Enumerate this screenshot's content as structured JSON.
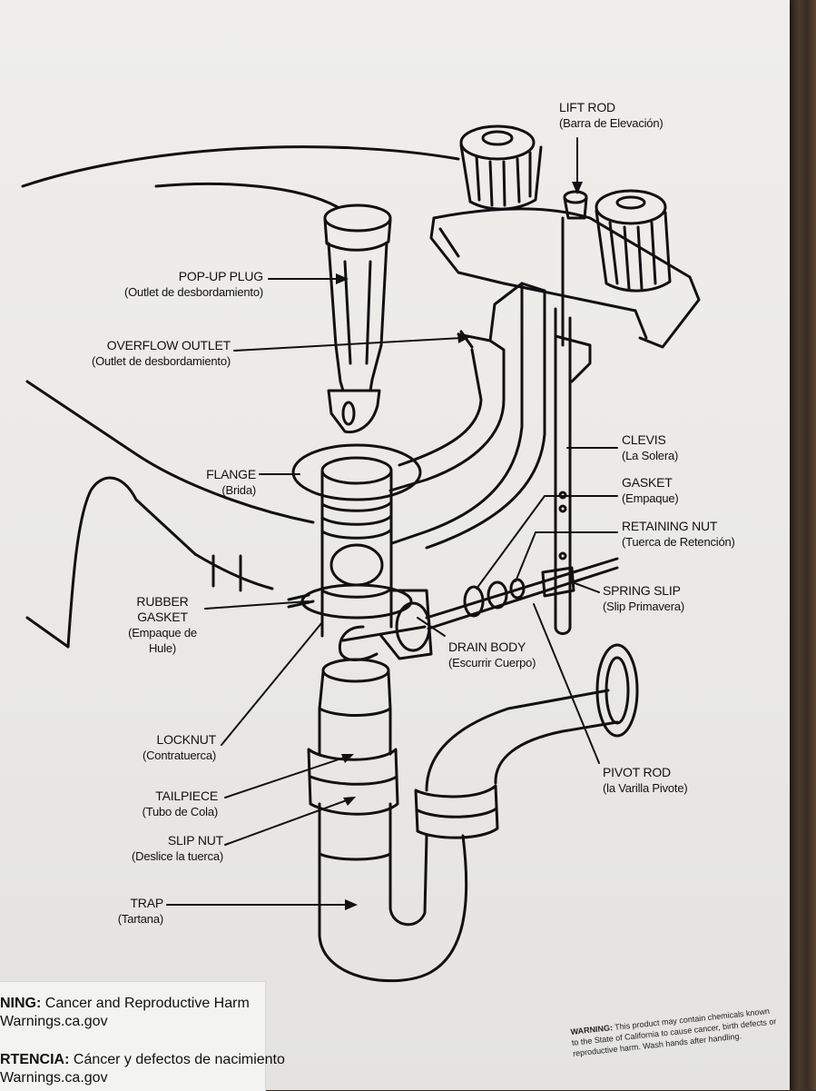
{
  "labels": {
    "lift_rod": {
      "en": "LIFT ROD",
      "es": "(Barra de Elevación)"
    },
    "pop_up_plug": {
      "en": "POP-UP PLUG",
      "es": "(Outlet de desbordamiento)"
    },
    "overflow_outlet": {
      "en": "OVERFLOW OUTLET",
      "es": "(Outlet de desbordamiento)"
    },
    "flange": {
      "en": "FLANGE",
      "es": "(Brida)"
    },
    "clevis": {
      "en": "CLEVIS",
      "es": "(La Solera)"
    },
    "gasket": {
      "en": "GASKET",
      "es": "(Empaque)"
    },
    "retaining_nut": {
      "en": "RETAINING NUT",
      "es": "(Tuerca de Retención)"
    },
    "spring_slip": {
      "en": "SPRING SLIP",
      "es": "(Slip Primavera)"
    },
    "rubber_gasket": {
      "en1": "RUBBER",
      "en2": "GASKET",
      "es1": "(Empaque de",
      "es2": "Hule)"
    },
    "drain_body": {
      "en": "DRAIN BODY",
      "es": "(Escurrir Cuerpo)"
    },
    "locknut": {
      "en": "LOCKNUT",
      "es": "(Contratuerca)"
    },
    "pivot_rod": {
      "en": "PIVOT ROD",
      "es": "(la Varilla Pivote)"
    },
    "tailpiece": {
      "en": "TAILPIECE",
      "es": "(Tubo de Cola)"
    },
    "slip_nut": {
      "en": "SLIP NUT",
      "es": "(Deslice la tuerca)"
    },
    "trap": {
      "en": "TRAP",
      "es": "(Tartana)"
    }
  },
  "warning_box": {
    "en_bold": "NING:",
    "en_text": " Cancer and Reproductive Harm",
    "en_url": "Warnings.ca.gov",
    "es_bold": "RTENCIA:",
    "es_text": " Cáncer y defectos de nacimiento",
    "es_url": "Warnings.ca.gov"
  },
  "small_warning": {
    "bold": "WARNING:",
    "text": " This product may contain chemicals known to the State of California to cause cancer, birth defects or reproductive harm. Wash hands after handling."
  }
}
